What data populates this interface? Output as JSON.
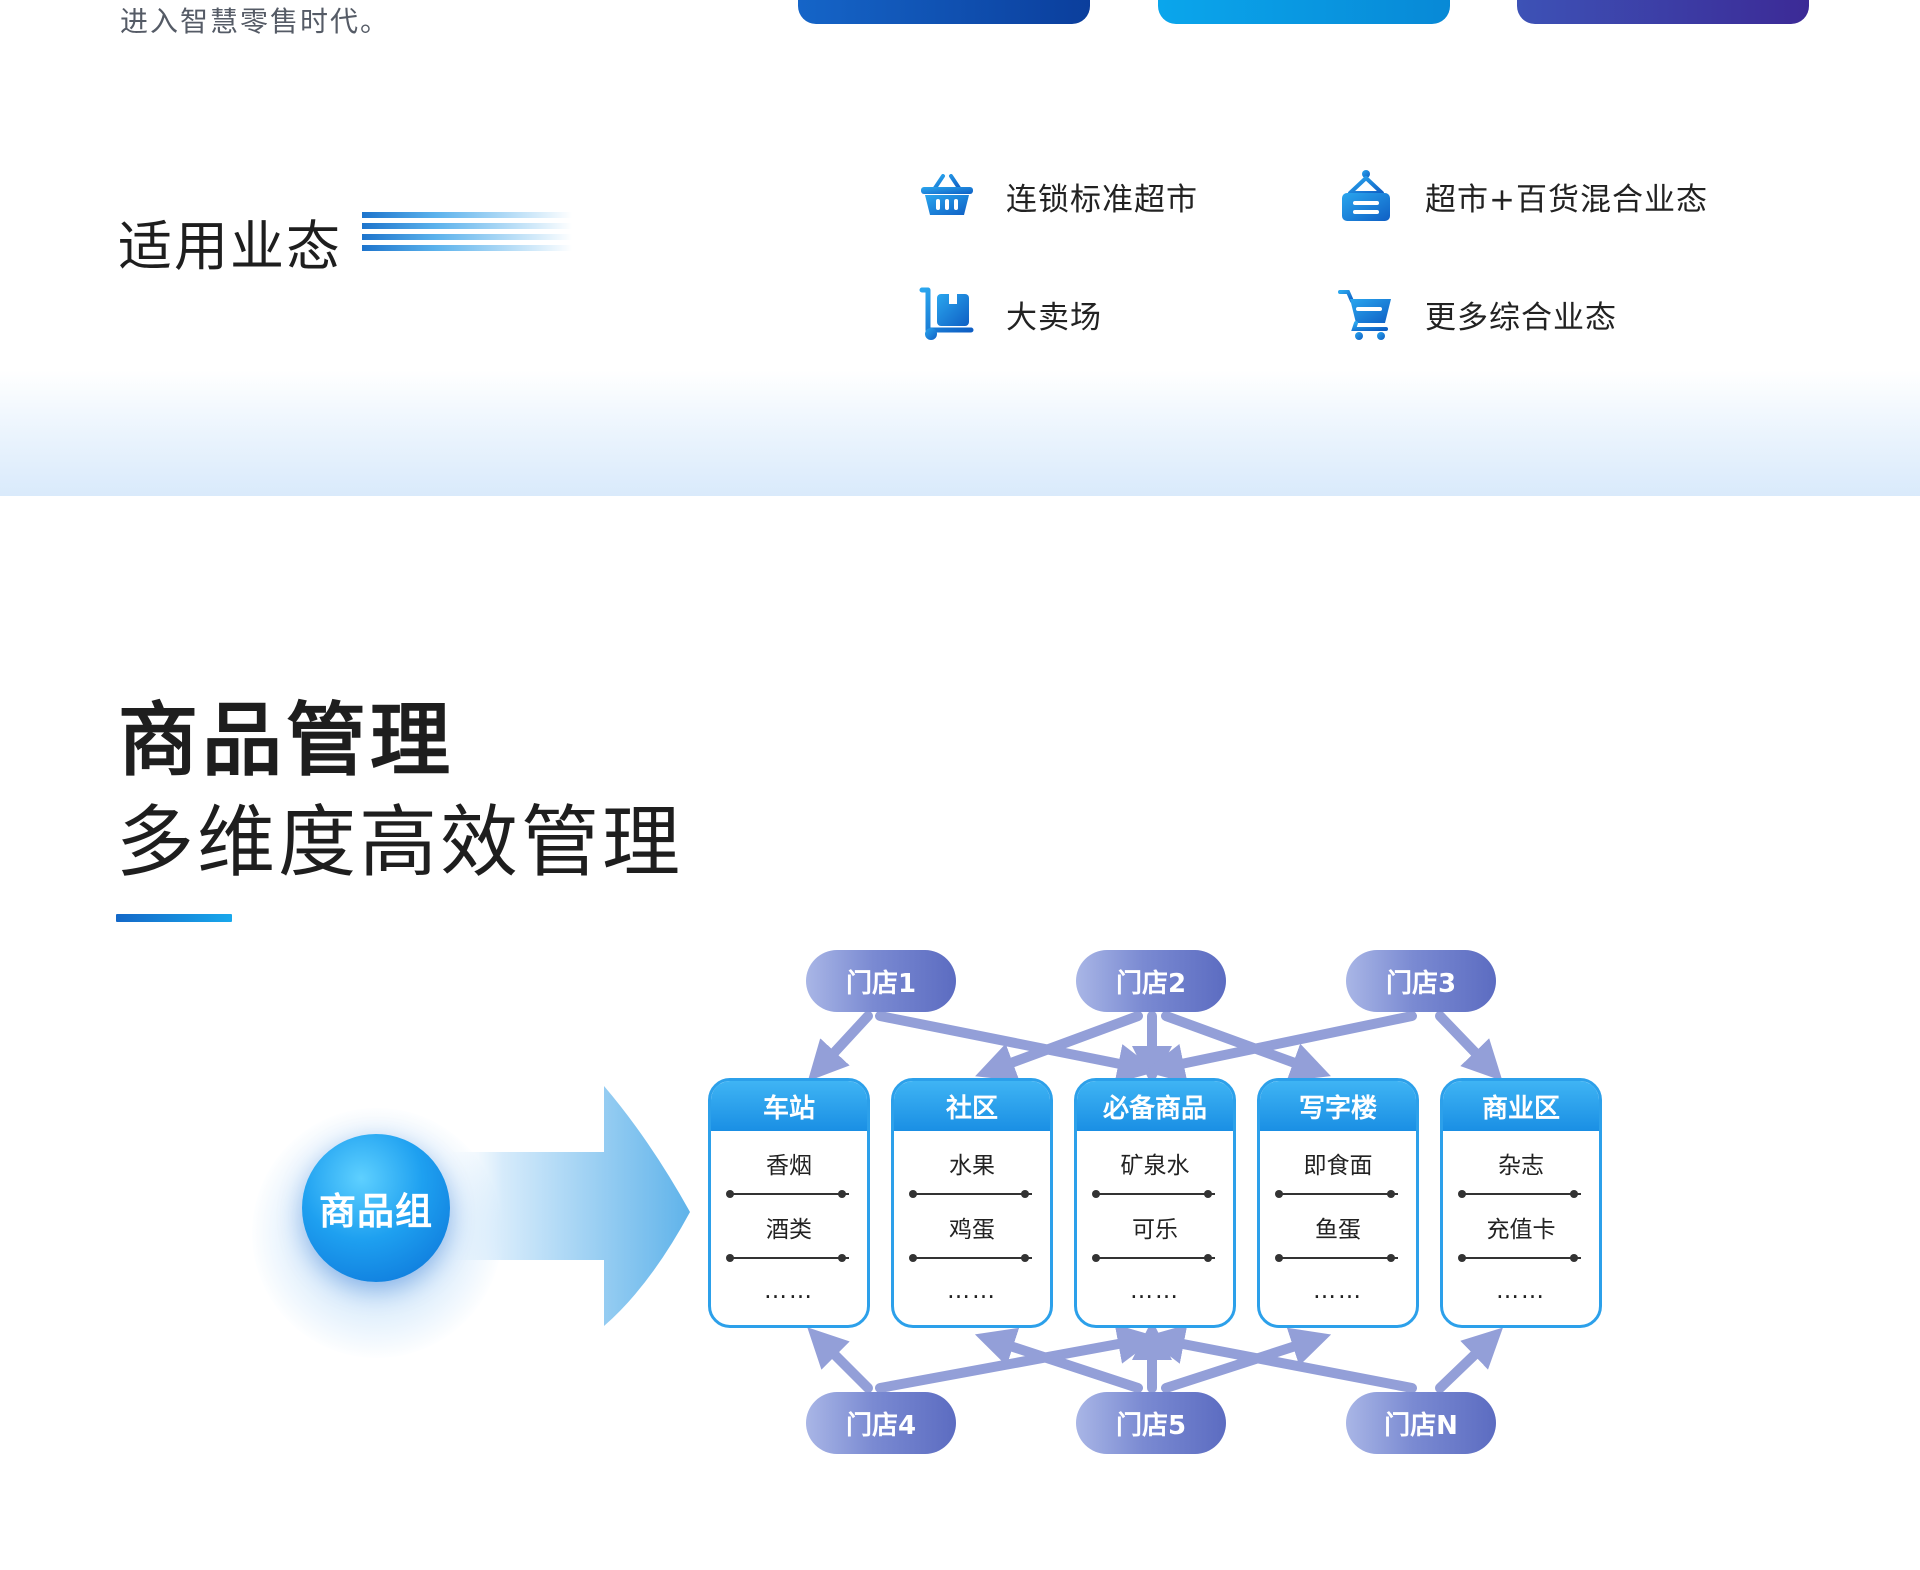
{
  "intro": {
    "text": "进入智慧零售时代。"
  },
  "formats": {
    "title": "适用业态",
    "items": [
      {
        "label": "连锁标准超市",
        "icon": "shopping-basket-icon"
      },
      {
        "label": "超市+百货混合业态",
        "icon": "shop-sign-icon"
      },
      {
        "label": "大卖场",
        "icon": "hand-truck-icon"
      },
      {
        "label": "更多综合业态",
        "icon": "shopping-cart-icon"
      }
    ]
  },
  "product_mgmt": {
    "title": "商品管理",
    "subtitle": "多维度高效管理",
    "hub_label": "商品组",
    "stores_top": [
      "门店1",
      "门店2",
      "门店3"
    ],
    "stores_bottom": [
      "门店4",
      "门店5",
      "门店N"
    ],
    "categories": [
      {
        "name": "车站",
        "items": [
          "香烟",
          "酒类",
          "……"
        ]
      },
      {
        "name": "社区",
        "items": [
          "水果",
          "鸡蛋",
          "……"
        ]
      },
      {
        "name": "必备商品",
        "items": [
          "矿泉水",
          "可乐",
          "……"
        ]
      },
      {
        "name": "写字楼",
        "items": [
          "即食面",
          "鱼蛋",
          "……"
        ]
      },
      {
        "name": "商业区",
        "items": [
          "杂志",
          "充值卡",
          "……"
        ]
      }
    ]
  },
  "colors": {
    "accent_blue": "#1a8fe4",
    "store_pill": "#6a7ac8",
    "arrow": "#8e9ad6"
  }
}
